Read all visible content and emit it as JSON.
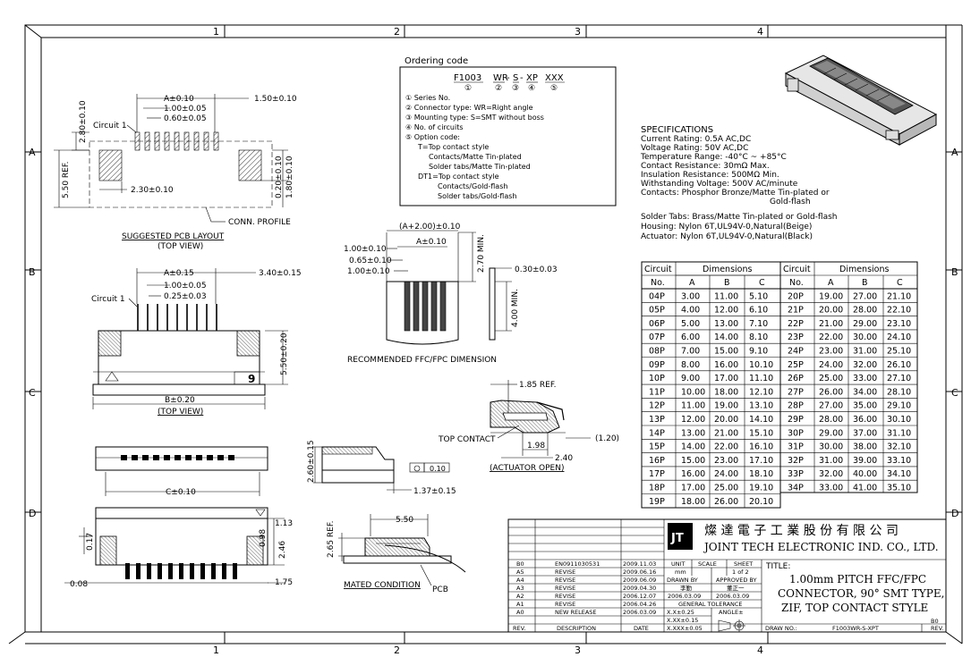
{
  "frame": {
    "top_zones": [
      "1",
      "2",
      "3",
      "4"
    ],
    "bottom_zones": [
      "1",
      "2",
      "3",
      "4"
    ],
    "left_rows": [
      "A",
      "B",
      "C",
      "D"
    ],
    "right_rows": [
      "A",
      "B",
      "C",
      "D"
    ]
  },
  "ordering_code": {
    "title": "Ordering code",
    "code_series": "F1003",
    "code_type": "WR",
    "code_dash1": "-",
    "code_mount": "S",
    "code_dash2": "-",
    "code_circuits": "XP",
    "code_option": "XXX",
    "marker_1": "①",
    "marker_2": "②",
    "marker_3": "③",
    "marker_4": "④",
    "marker_5": "⑤",
    "line1": "① Series No.",
    "line2": "② Connector type: WR=Right angle",
    "line3": "③ Mounting type: S=SMT without boss",
    "line4": "④ No. of circuits",
    "line5": "⑤ Option code:",
    "line6": "T=Top contact style",
    "line7": "Contacts/Matte Tin-plated",
    "line8": "Solder tabs/Matte Tin-plated",
    "line9": "DT1=Top contact style",
    "line10": "Contacts/Gold-flash",
    "line11": "Solder tabs/Gold-flash"
  },
  "specifications": {
    "title": "SPECIFICATIONS",
    "l1": "Current Rating: 0.5A AC,DC",
    "l2": "Voltage Rating: 50V AC,DC",
    "l3": "Temperature Range: -40°C ~ +85°C",
    "l4": "Contact Resistance: 30mΩ Max.",
    "l5": "Insulation Resistance: 500MΩ Min.",
    "l6": "Withstanding Voltage: 500V AC/minute",
    "l7": "Contacts: Phosphor Bronze/Matte Tin-plated or",
    "l8": "Gold-flash",
    "l9": "Solder Tabs: Brass/Matte Tin-plated or Gold-flash",
    "l10": "Housing: Nylon 6T,UL94V-0,Natural(Beige)",
    "l11": "Actuator: Nylon 6T,UL94V-0,Natural(Black)"
  },
  "pcb_layout": {
    "dim_a": "A±0.10",
    "dim_pitch": "1.00±0.05",
    "dim_pad_w": "0.60±0.05",
    "dim_side": "1.50±0.10",
    "dim_tab": "2.30±0.10",
    "dim_pad_h": "2.80±0.10",
    "dim_ref": "5.50 REF.",
    "dim_gap": "0.20±0.10",
    "dim_tab_h": "1.80±0.10",
    "circuit": "Circuit 1",
    "profile": "CONN. PROFILE",
    "caption": "SUGGESTED PCB LAYOUT",
    "subcaption": "(TOP VIEW)"
  },
  "top_view": {
    "dim_a": "A±0.15",
    "dim_pitch": "1.00±0.05",
    "dim_pin": "0.25±0.03",
    "dim_side": "3.40±0.15",
    "dim_h": "5.50±0.20",
    "dim_b": "B±0.20",
    "circuit": "Circuit 1",
    "mark_num": "9",
    "caption": "(TOP VIEW)"
  },
  "ffc": {
    "dim_total": "(A+2.00)±0.10",
    "dim_a": "A±0.10",
    "dim_pitch": "1.00±0.10",
    "dim_cond": "0.65±0.10",
    "dim_pitch2": "1.00±0.10",
    "dim_min1": "2.70 MIN.",
    "dim_min2": "4.00 MIN.",
    "dim_thk": "0.30±0.03",
    "caption": "RECOMMENDED FFC/FPC DIMENSION"
  },
  "actuator": {
    "dim_ref": "1.85 REF.",
    "dim_198": "1.98",
    "dim_240": "2.40",
    "dim_120": "(1.20)",
    "top_contact": "TOP CONTACT",
    "caption": "(ACTUATOR OPEN)"
  },
  "front_view": {
    "dim_c": "C±0.10",
    "dim_h": "2.60±0.15",
    "dim_137": "1.37±0.15",
    "flat": "0.10"
  },
  "side_view": {
    "d017": "0.17",
    "d098": "0.98",
    "d113": "1.13",
    "d246": "2.46",
    "d175": "1.75",
    "d008": "0.08"
  },
  "mated": {
    "dim_w": "5.50",
    "dim_h": "2.65 REF.",
    "caption": "MATED CONDITION",
    "pcb": "PCB"
  },
  "table": {
    "h_circuit": "Circuit",
    "h_no": "No.",
    "h_dims": "Dimensions",
    "h_a": "A",
    "h_b": "B",
    "h_c": "C",
    "left": [
      [
        "04P",
        "3.00",
        "11.00",
        "5.10"
      ],
      [
        "05P",
        "4.00",
        "12.00",
        "6.10"
      ],
      [
        "06P",
        "5.00",
        "13.00",
        "7.10"
      ],
      [
        "07P",
        "6.00",
        "14.00",
        "8.10"
      ],
      [
        "08P",
        "7.00",
        "15.00",
        "9.10"
      ],
      [
        "09P",
        "8.00",
        "16.00",
        "10.10"
      ],
      [
        "10P",
        "9.00",
        "17.00",
        "11.10"
      ],
      [
        "11P",
        "10.00",
        "18.00",
        "12.10"
      ],
      [
        "12P",
        "11.00",
        "19.00",
        "13.10"
      ],
      [
        "13P",
        "12.00",
        "20.00",
        "14.10"
      ],
      [
        "14P",
        "13.00",
        "21.00",
        "15.10"
      ],
      [
        "15P",
        "14.00",
        "22.00",
        "16.10"
      ],
      [
        "16P",
        "15.00",
        "23.00",
        "17.10"
      ],
      [
        "17P",
        "16.00",
        "24.00",
        "18.10"
      ],
      [
        "18P",
        "17.00",
        "25.00",
        "19.10"
      ],
      [
        "19P",
        "18.00",
        "26.00",
        "20.10"
      ]
    ],
    "right": [
      [
        "20P",
        "19.00",
        "27.00",
        "21.10"
      ],
      [
        "21P",
        "20.00",
        "28.00",
        "22.10"
      ],
      [
        "22P",
        "21.00",
        "29.00",
        "23.10"
      ],
      [
        "23P",
        "22.00",
        "30.00",
        "24.10"
      ],
      [
        "24P",
        "23.00",
        "31.00",
        "25.10"
      ],
      [
        "25P",
        "24.00",
        "32.00",
        "26.10"
      ],
      [
        "26P",
        "25.00",
        "33.00",
        "27.10"
      ],
      [
        "27P",
        "26.00",
        "34.00",
        "28.10"
      ],
      [
        "28P",
        "27.00",
        "35.00",
        "29.10"
      ],
      [
        "29P",
        "28.00",
        "36.00",
        "30.10"
      ],
      [
        "30P",
        "29.00",
        "37.00",
        "31.10"
      ],
      [
        "31P",
        "30.00",
        "38.00",
        "32.10"
      ],
      [
        "32P",
        "31.00",
        "39.00",
        "33.10"
      ],
      [
        "33P",
        "32.00",
        "40.00",
        "34.10"
      ],
      [
        "34P",
        "33.00",
        "41.00",
        "35.10"
      ]
    ]
  },
  "title_block": {
    "company_cn": "燦 達 電 子 工 業 股 份 有 限 公 司",
    "company_en": "JOINT TECH ELECTRONIC IND. CO., LTD.",
    "logo": "JT",
    "revisions": [
      [
        "B0",
        "EN0911030531",
        "2009.11.03"
      ],
      [
        "A5",
        "REVISE",
        "2009.06.16"
      ],
      [
        "A4",
        "REVISE",
        "2009.06.09"
      ],
      [
        "A3",
        "REVISE",
        "2009.04.30"
      ],
      [
        "A2",
        "REVISE",
        "2006.12.07"
      ],
      [
        "A1",
        "REVISE",
        "2006.04.26"
      ],
      [
        "A0",
        "NEW RELEASE",
        "2006.03.09"
      ]
    ],
    "h_rev": "REV.",
    "h_desc": "DESCRIPTION",
    "h_date": "DATE",
    "unit_label": "UNIT",
    "unit_value": "mm",
    "scale_label": "SCALE",
    "sheet_label": "SHEET",
    "sheet_value": "1 of 2",
    "drawn_label": "DRAWN BY",
    "drawn_name": "李勤",
    "drawn_date": "2006.03.09",
    "approved_label": "APPROVED BY",
    "approved_name": "董正一",
    "approved_date": "2006.03.09",
    "tol_label": "GENERAL TOLERANCE",
    "tol1": "X.X±0.25",
    "tol2": "X.XX±0.15",
    "tol3": "X.XXX±0.05",
    "angle": "ANGLE±",
    "title_label": "TITLE:",
    "title1": "1.00mm PITCH FFC/FPC",
    "title2": "CONNECTOR, 90° SMT TYPE,",
    "title3": "ZIF, TOP CONTACT STYLE",
    "drawno_label": "DRAW NO.:",
    "drawno": "F1003WR-S-XPT",
    "rev_label": "REV.",
    "rev_value": "B0"
  }
}
